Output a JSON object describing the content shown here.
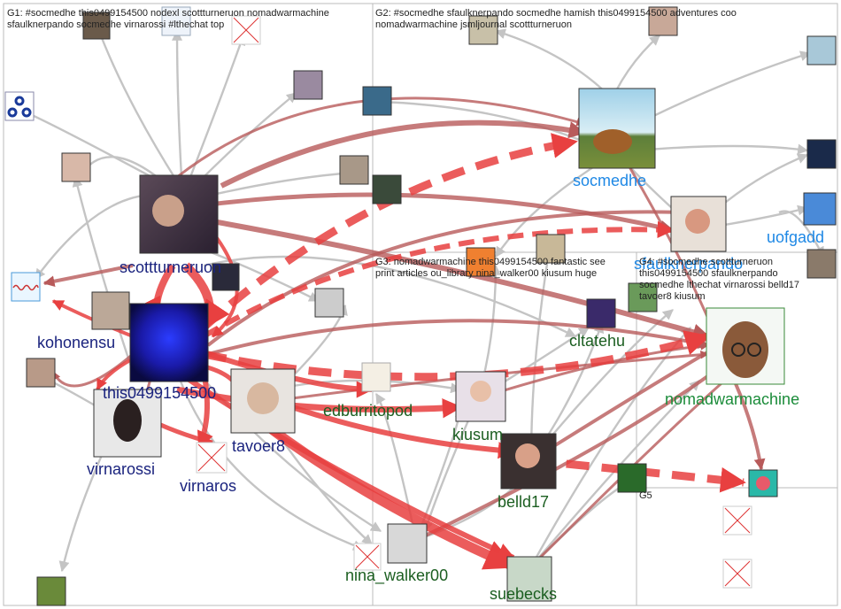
{
  "groups": [
    {
      "id": "G1",
      "header_lines": [
        "G1: #socmedhe this0499154500 nodexl scottturneruon nomadwarmachine",
        "sfaulknerpando socmedhe virnarossi #lthechat top"
      ]
    },
    {
      "id": "G2",
      "header_lines": [
        "G2: #socmedhe sfaulknerpando socmedhe hamish this0499154500 adventures coo",
        "nomadwarmachine jsmljournal scottturneruon"
      ]
    },
    {
      "id": "G3",
      "header_lines": [
        "G3: nomadwarmachine this0499154500 fantastic see",
        "print articles ou_library nina_walker00 kiusum huge"
      ]
    },
    {
      "id": "G4",
      "header_lines": [
        "G4: #socmedhe scottturneruon",
        "this0499154500 sfaulknerpando",
        "socmedhe lthechat virnarossi belld17",
        "tavoer8 kiusum"
      ]
    },
    {
      "id": "G5",
      "header_lines": [
        "G5"
      ]
    }
  ],
  "nodes": [
    {
      "id": "scottturneruon",
      "label": "scottturneruon",
      "label_color": "#1a237e"
    },
    {
      "id": "this0499154500",
      "label": "this0499154500",
      "label_color": "#1a237e"
    },
    {
      "id": "kohonensu",
      "label": "kohonensu",
      "label_color": "#1a237e"
    },
    {
      "id": "virnarossi",
      "label": "virnarossi",
      "label_color": "#1a237e"
    },
    {
      "id": "virnaros",
      "label": "virnaros",
      "label_color": "#1a237e"
    },
    {
      "id": "tavoer8",
      "label": "tavoer8",
      "label_color": "#1a237e"
    },
    {
      "id": "socmedhe",
      "label": "socmedhe",
      "label_color": "#1e88e5"
    },
    {
      "id": "sfaulknerpando",
      "label": "sfaulknerpando",
      "label_color": "#1e88e5"
    },
    {
      "id": "uofgadd",
      "label": "uofgadd",
      "label_color": "#1e88e5"
    },
    {
      "id": "cltatehu",
      "label": "cltatehu",
      "label_color": "#1b5e20"
    },
    {
      "id": "edburritopod",
      "label": "edburritopod",
      "label_color": "#1b5e20"
    },
    {
      "id": "kiusum",
      "label": "kiusum",
      "label_color": "#1b5e20"
    },
    {
      "id": "belld17",
      "label": "belld17",
      "label_color": "#1b5e20"
    },
    {
      "id": "nina_walker00",
      "label": "nina_walker00",
      "label_color": "#1b5e20"
    },
    {
      "id": "suebecks",
      "label": "suebecks",
      "label_color": "#1b5e20"
    },
    {
      "id": "nomadwarmachine",
      "label": "nomadwarmachine",
      "label_color": "#1b8c3a"
    }
  ],
  "colors": {
    "group_border": "#bbbbbb",
    "edge_gray": "#c4c4c4",
    "edge_red": "#e84040",
    "edge_darkred": "#b85a5a"
  }
}
